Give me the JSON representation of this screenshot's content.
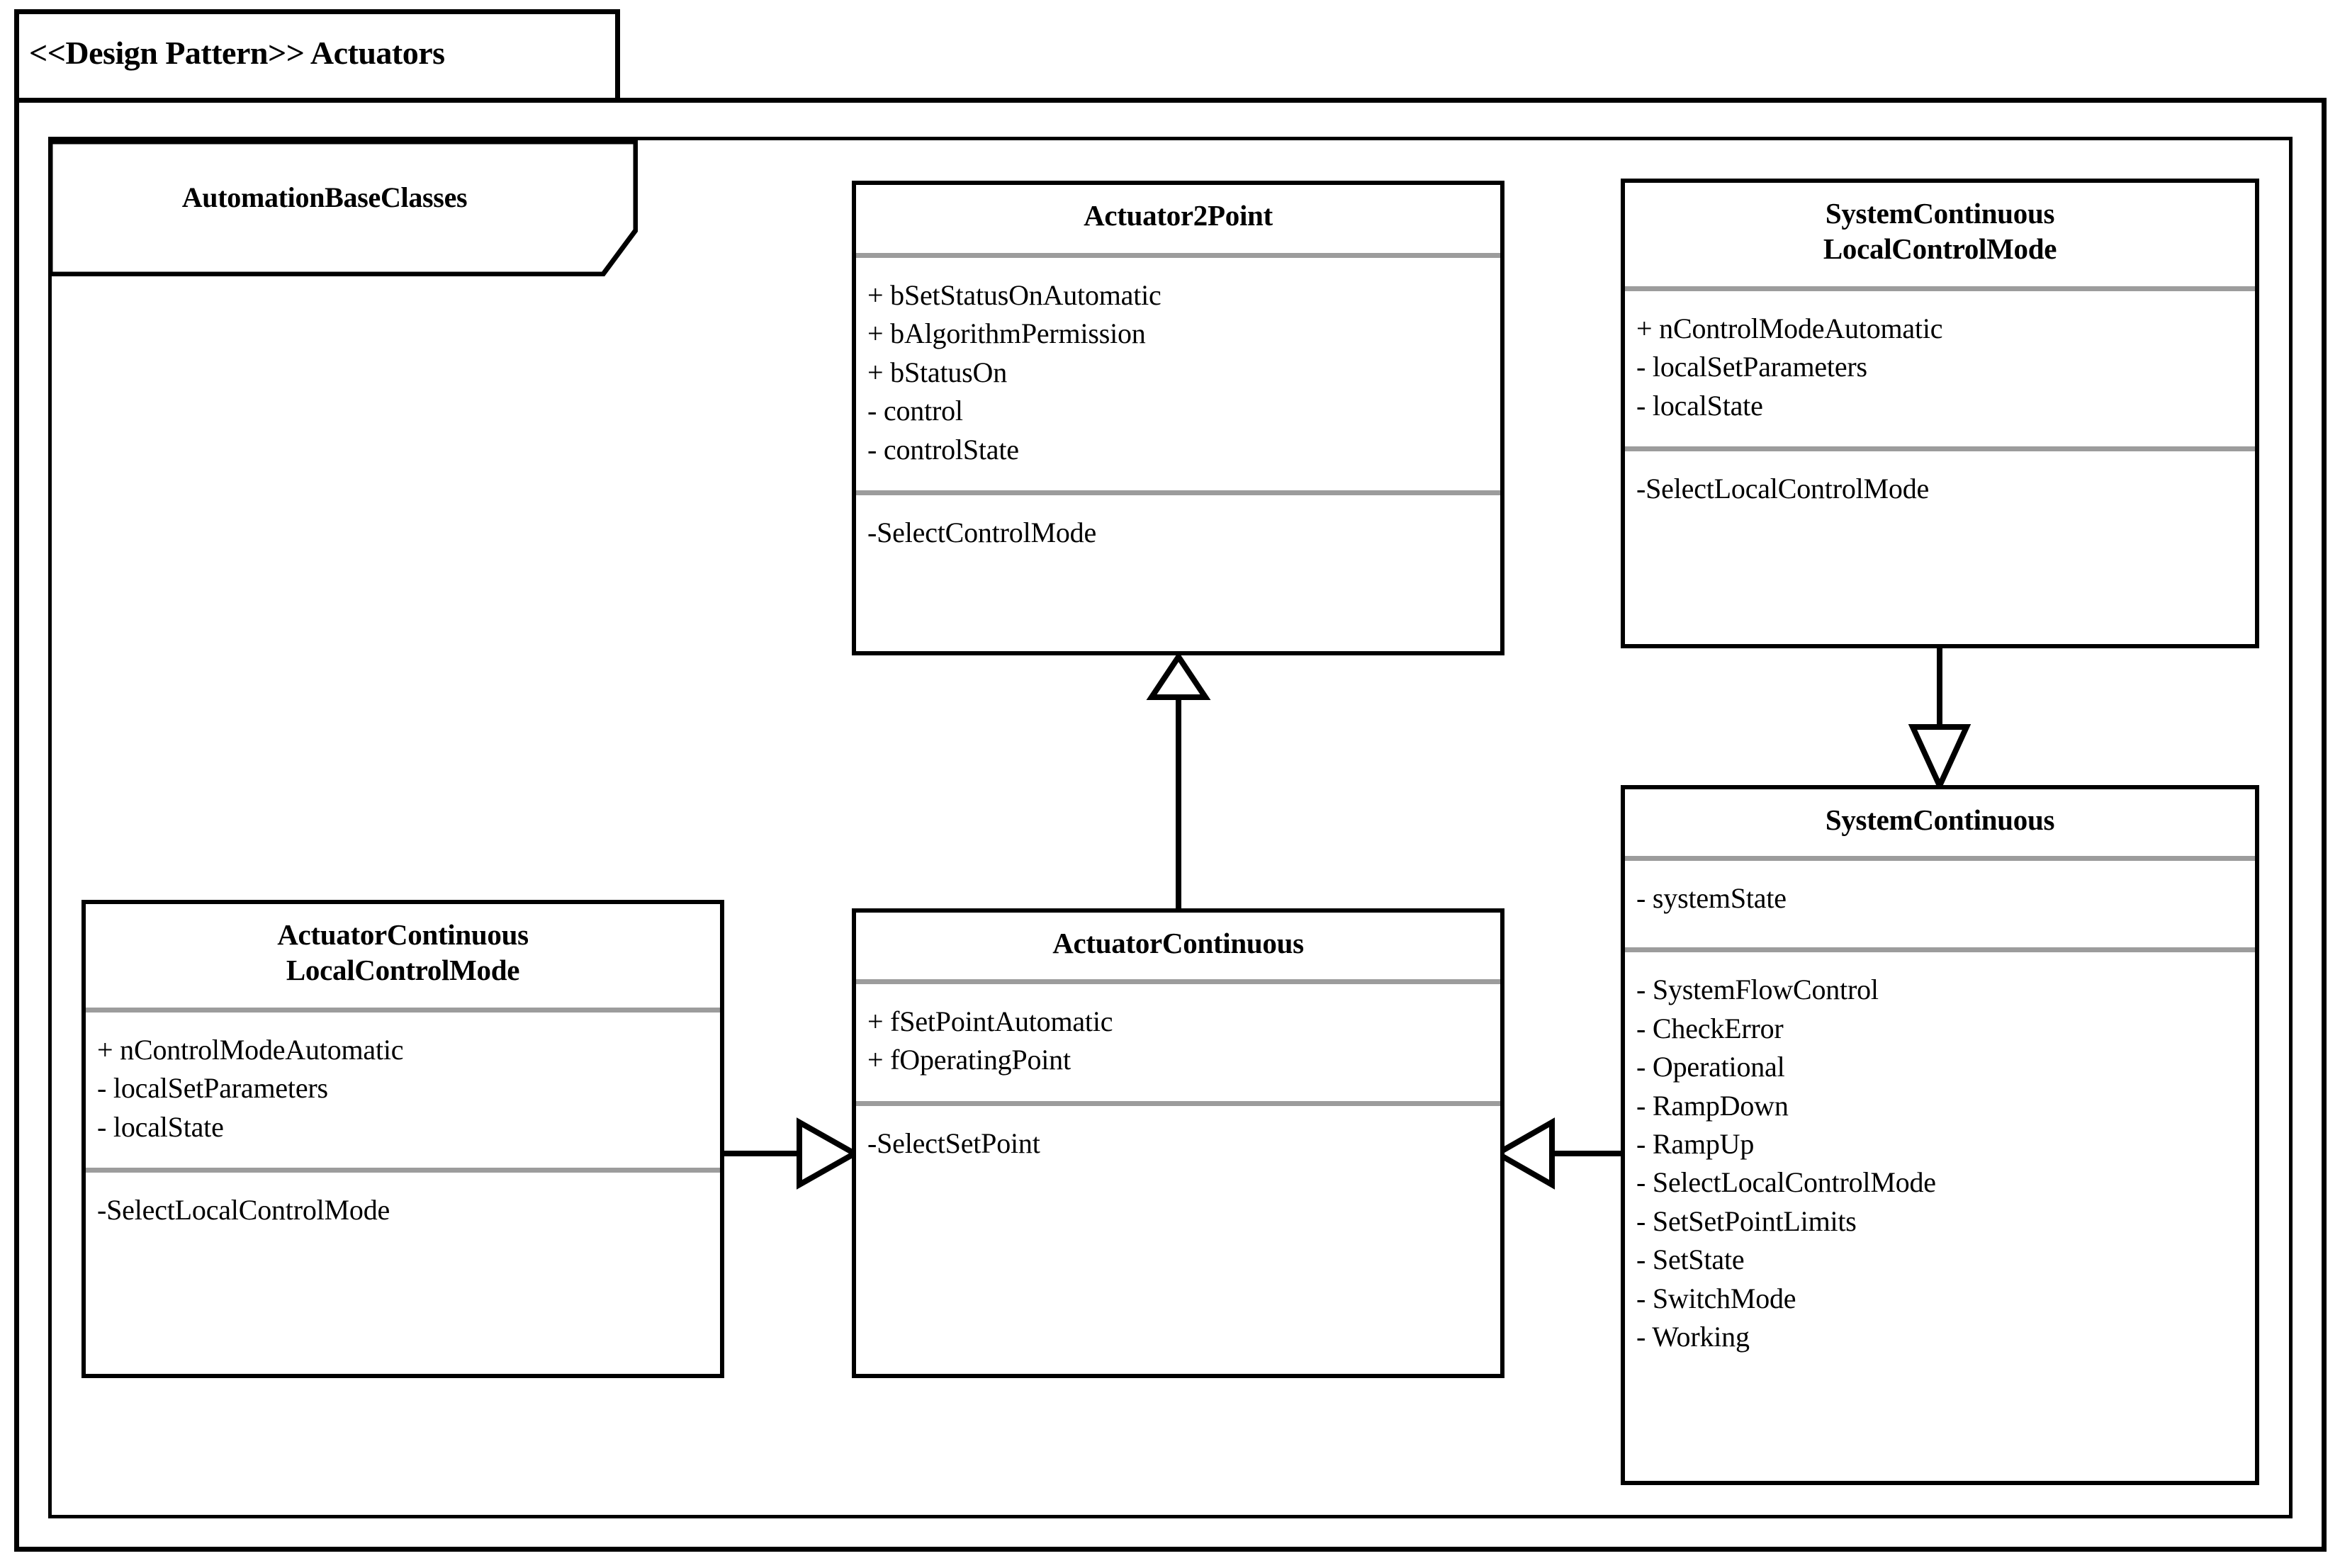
{
  "package": {
    "stereotype_title": "<<Design Pattern>> Actuators",
    "note_label": "AutomationBaseClasses"
  },
  "classes": {
    "actuator2point": {
      "name": "Actuator2Point",
      "name_line2": "",
      "attributes": [
        "+ bSetStatusOnAutomatic",
        "+ bAlgorithmPermission",
        "+ bStatusOn",
        "- control",
        "- controlState"
      ],
      "operations": [
        "-SelectControlMode"
      ]
    },
    "system_continuous_local_control_mode": {
      "name": "SystemContinuous",
      "name_line2": "LocalControlMode",
      "attributes": [
        "+ nControlModeAutomatic",
        "- localSetParameters",
        "- localState"
      ],
      "operations": [
        "-SelectLocalControlMode"
      ]
    },
    "system_continuous": {
      "name": "SystemContinuous",
      "name_line2": "",
      "attributes": [
        "- systemState"
      ],
      "operations": [
        "- SystemFlowControl",
        "- CheckError",
        "- Operational",
        "- RampDown",
        "- RampUp",
        "- SelectLocalControlMode",
        "- SetSetPointLimits",
        "- SetState",
        "- SwitchMode",
        "- Working"
      ]
    },
    "actuator_continuous_local_control_mode": {
      "name": "ActuatorContinuous",
      "name_line2": "LocalControlMode",
      "attributes": [
        "+ nControlModeAutomatic",
        "- localSetParameters",
        "- localState"
      ],
      "operations": [
        "-SelectLocalControlMode"
      ]
    },
    "actuator_continuous": {
      "name": "ActuatorContinuous",
      "name_line2": "",
      "attributes": [
        "+ fSetPointAutomatic",
        "+ fOperatingPoint"
      ],
      "operations": [
        "-SelectSetPoint"
      ]
    }
  },
  "relationships": [
    {
      "name": "generalization-actuatorcontinuous-to-actuator2point",
      "type": "generalization",
      "from": "ActuatorContinuous",
      "to": "Actuator2Point",
      "direction": "up"
    },
    {
      "name": "generalization-systemcontinuouslocalcontrolmode-to-systemcontinuous",
      "type": "generalization",
      "from": "SystemContinuousLocalControlMode",
      "to": "SystemContinuous",
      "direction": "down"
    },
    {
      "name": "generalization-actuatorcontinuouslocalcontrolmode-to-actuatorcontinuous",
      "type": "generalization",
      "from": "ActuatorContinuousLocalControlMode",
      "to": "ActuatorContinuous",
      "direction": "right"
    },
    {
      "name": "generalization-systemcontinuous-to-actuatorcontinuous",
      "type": "generalization",
      "from": "SystemContinuous",
      "to": "ActuatorContinuous",
      "direction": "left"
    }
  ],
  "colors": {
    "line": "#000000",
    "divider": "#9c9c9c",
    "background": "#ffffff"
  }
}
